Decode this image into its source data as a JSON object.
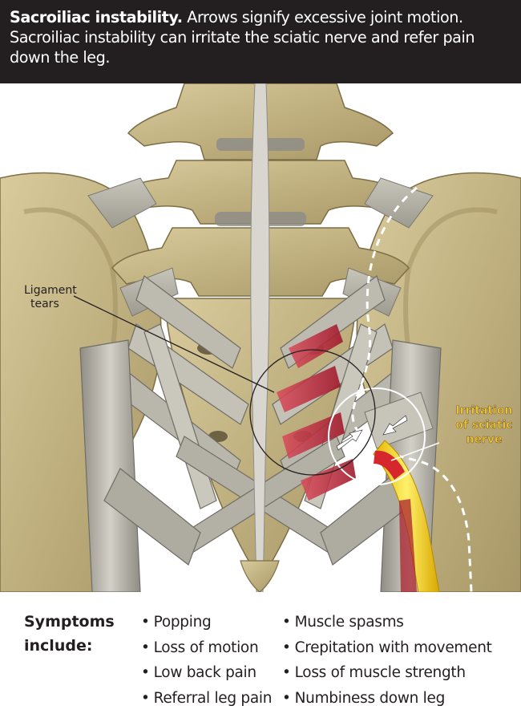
{
  "header": {
    "title_bold": "Sacroiliac instability.",
    "caption": "Arrows signify excessive joint motion. Sacroiliac instability can irritate the sciatic nerve and refer pain down the leg."
  },
  "labels": {
    "ligament_line1": "Ligament",
    "ligament_line2": "tears",
    "sciatic_line1": "Irritation",
    "sciatic_line2": "of sciatic",
    "sciatic_line3": "nerve"
  },
  "symptoms": {
    "title_line1": "Symptoms",
    "title_line2": "include:",
    "column1": [
      "Popping",
      "Loss of motion",
      "Low back pain",
      "Referral leg pain"
    ],
    "column2": [
      "Muscle spasms",
      "Crepitation with movement",
      "Loss of muscle strength",
      "Numbiness down leg"
    ]
  },
  "colors": {
    "header_bg": "#231f20",
    "bone": "#c9b98a",
    "ligament": "#b7b4aa",
    "inflamed": "#c0283a",
    "nerve": "#f2d21a",
    "label_accent": "#f2c230"
  }
}
